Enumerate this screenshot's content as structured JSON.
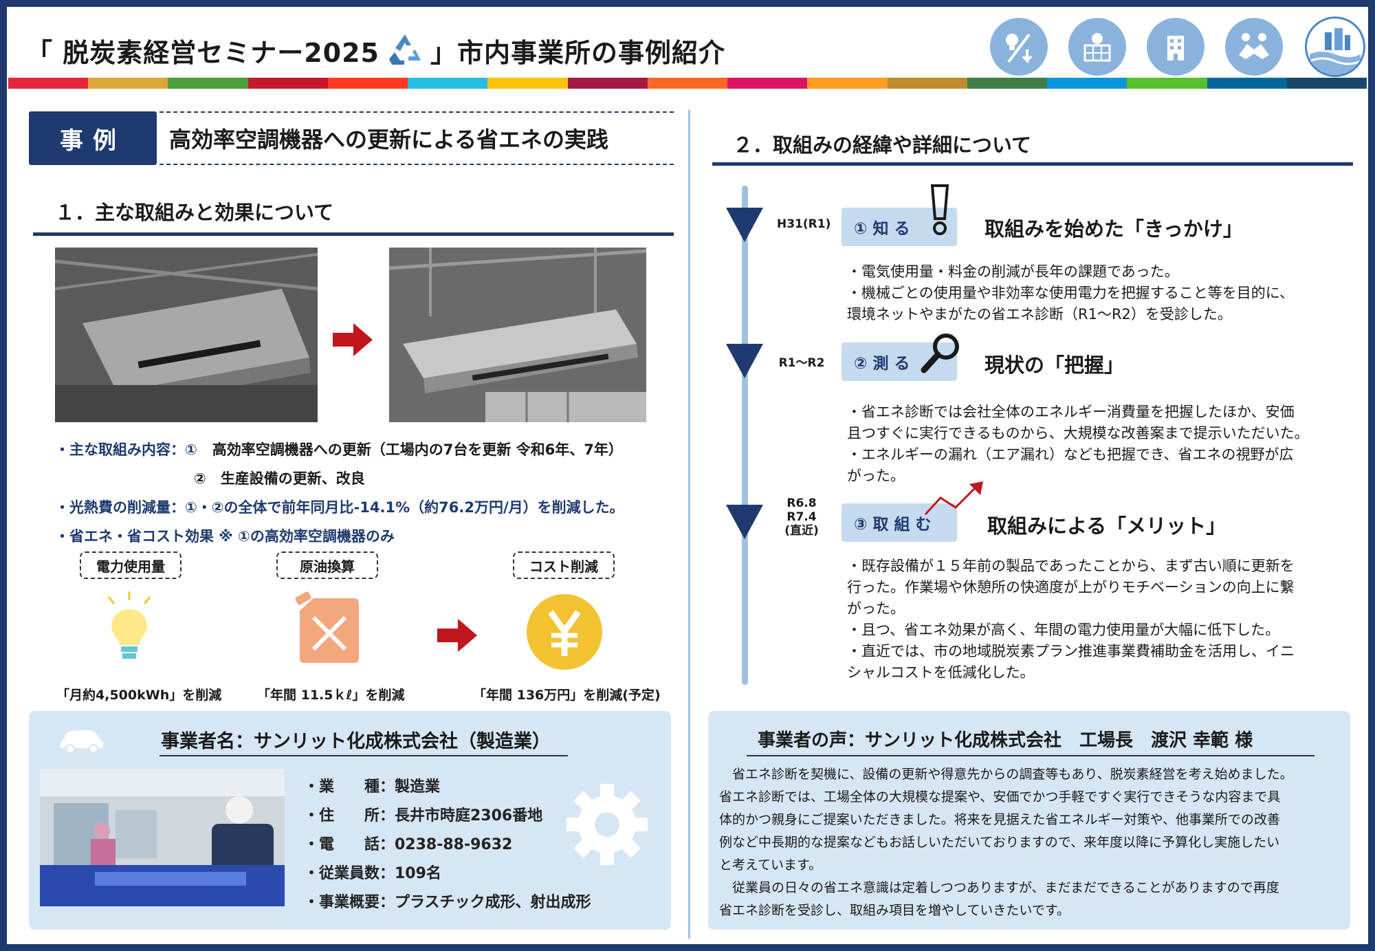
{
  "header": {
    "title_before": "「 脱炭素経営セミナー2025",
    "title_after": "」市内事業所の事例紹介",
    "colors": [
      "#e5243b",
      "#dda63a",
      "#4c9f38",
      "#c5192d",
      "#ff3a21",
      "#26bde2",
      "#fcc30b",
      "#a21942",
      "#fd6925",
      "#dd1367",
      "#fd9d24",
      "#bf8b2e",
      "#3f7e44",
      "#0a97d9",
      "#56c02b",
      "#00689d",
      "#19486a"
    ],
    "icons": [
      "energy-saving-icon",
      "solar-panel-icon",
      "building-icon",
      "handshake-icon"
    ],
    "logo_name": "city-logo"
  },
  "case": {
    "tag": "事例",
    "title": "高効率空調機器への更新による省エネの実践"
  },
  "section1": {
    "heading": "１．主な取組みと効果について",
    "bullets": {
      "line1_label": "・主な取組み内容：①",
      "line1_text": "高効率空調機器への更新（工場内の7台を更新 令和6年、7年）",
      "line2_text": "②　生産設備の更新、改良",
      "line3": "・光熱費の削減量：①・②の全体で前年同月比-14.1%（約76.2万円/月）を削減した。",
      "line4": "・省エネ・省コスト効果 ※ ①の高効率空調機器のみ"
    },
    "effects": [
      {
        "label": "電力使用量",
        "caption": "「月約4,500kWh」を削減",
        "icon": "light-bulb-icon"
      },
      {
        "label": "原油換算",
        "caption": "「年間 11.5ｋℓ」を削減",
        "icon": "fuel-can-icon"
      },
      {
        "label": "コスト削減",
        "caption": "「年間 136万円」を削減(予定)",
        "icon": "yen-coin-icon"
      }
    ]
  },
  "company": {
    "name": "事業者名：サンリット化成株式会社（製造業）",
    "info": [
      "・業　　種：製造業",
      "・住　　所：長井市時庭2306番地",
      "・電　　話：0238-88-9632",
      "・従業員数：109名",
      "・事業概要：プラスチック成形、射出成形"
    ]
  },
  "section2": {
    "heading": "２．取組みの経緯や詳細について",
    "steps": [
      {
        "date": "H31(R1)",
        "label": "① 知 る",
        "title": "取組みを始めた「きっかけ」",
        "icon": "exclamation-icon",
        "body": [
          "・電気使用量・料金の削減が長年の課題であった。",
          "・機械ごとの使用量や非効率な使用電力を把握すること等を目的に、",
          "環境ネットやまがたの省エネ診断（R1～R2）を受診した。"
        ]
      },
      {
        "date": "R1～R2",
        "label": "② 測 る",
        "title": "現状の「把握」",
        "icon": "magnifier-icon",
        "body": [
          "・省エネ診断では会社全体のエネルギー消費量を把握したほか、安価",
          "且つすぐに実行できるものから、大規模な改善案まで提示いただいた。",
          "・エネルギーの漏れ（エア漏れ）なども把握でき、省エネの視野が広",
          "がった。"
        ]
      },
      {
        "date_lines": [
          "R6.8",
          "R7.4",
          "(直近)"
        ],
        "label": "③ 取 組 む",
        "title": "取組みによる「メリット」",
        "icon": "trend-up-icon",
        "body": [
          "・既存設備が１５年前の製品であったことから、まず古い順に更新を",
          "行った。作業場や休憩所の快適度が上がりモチベーションの向上に繋",
          "がった。",
          "・且つ、省エネ効果が高く、年間の電力使用量が大幅に低下した。",
          "・直近では、市の地域脱炭素プラン推進事業費補助金を活用し、イニ",
          "シャルコストを低減化した。"
        ]
      }
    ]
  },
  "voice": {
    "title": "事業者の声：サンリット化成株式会社　工場長　渡沢 幸範 様",
    "body": [
      "　省エネ診断を契機に、設備の更新や得意先からの調査等もあり、脱炭素経営を考え始めました。",
      "省エネ診断では、工場全体の大規模な提案や、安価でかつ手軽ですぐ実行できそうな内容まで具",
      "体的かつ親身にご提案いただきました。将来を見据えた省エネルギー対策や、他事業所での改善",
      "例など中長期的な提案などもお話しいただいておりますので、来年度以降に予算化し実施したい",
      "と考えています。",
      "　従業員の日々の省エネ意識は定着しつつありますが、まだまだできることがありますので再度",
      "省エネ診断を受診し、取組み項目を増やしていきたいです。"
    ]
  }
}
